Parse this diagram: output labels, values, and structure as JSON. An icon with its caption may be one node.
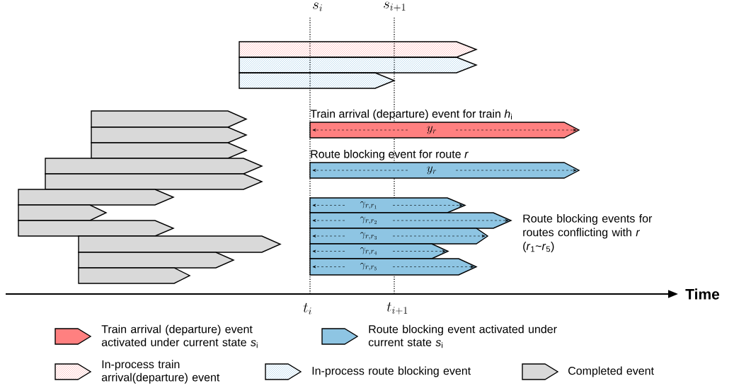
{
  "diagram": {
    "nodes": [
      {
        "text": [],
        "shape": "pentagon"
      },
      {
        "text": [],
        "shape": "pentagon"
      },
      {
        "text": [],
        "shape": "pentagon"
      },
      {
        "text": [],
        "shape": "pentagon"
      },
      {
        "text": [],
        "shape": "pentagon"
      },
      {
        "text": [],
        "shape": "pentagon"
      },
      {
        "text": [],
        "shape": "pentagon"
      },
      {
        "text": [],
        "shape": "pentagon"
      },
      {
        "text": [],
        "shape": "pentagon"
      },
      {
        "text": [],
        "shape": "pentagon"
      },
      {
        "text": [],
        "shape": "pentagon"
      },
      {
        "text": [],
        "shape": "pentagon"
      },
      {
        "text": [],
        "shape": "pentagon"
      },
      {
        "text": [],
        "shape": "pentagon"
      },
      {
        "text": [
          "Train arrival (departure) event for train *h*$_{i}$",
          "y_r"
        ]
      },
      {
        "text": [
          "Route blocking event for route *r*",
          "y_r"
        ]
      },
      {
        "text": [
          "\\gamma_{r,r_1}"
        ]
      },
      {
        "text": [
          "\\gamma_{r,r_2}"
        ]
      },
      {
        "text": [
          "\\gamma_{r,r_3}"
        ]
      },
      {
        "text": [
          "\\gamma_{r,r_4}"
        ]
      },
      {
        "text": [
          "\\gamma_{r,r_5}"
        ]
      }
    ],
    "labels": [
      "s_i",
      "s_{i+1}",
      "Route blocking events for routes conflicting with *r* (*r*$_{1}$~*r*$_{5}$)",
      "Time",
      "t_i",
      "t_{i+1}"
    ],
    "legend": [
      {
        "text": "Train arrival (departure) event activated under current state *s*$_{i}$",
        "color": "#ff8080"
      },
      {
        "text": "Route blocking event activated under current state *s*$_{i}$",
        "color": "#8ec5e3"
      },
      {
        "text": "In-process train arrival(departure) event"
      },
      {
        "text": "In-process route blocking event"
      },
      {
        "text": "Completed event",
        "color": "#d9d9d9"
      }
    ]
  }
}
